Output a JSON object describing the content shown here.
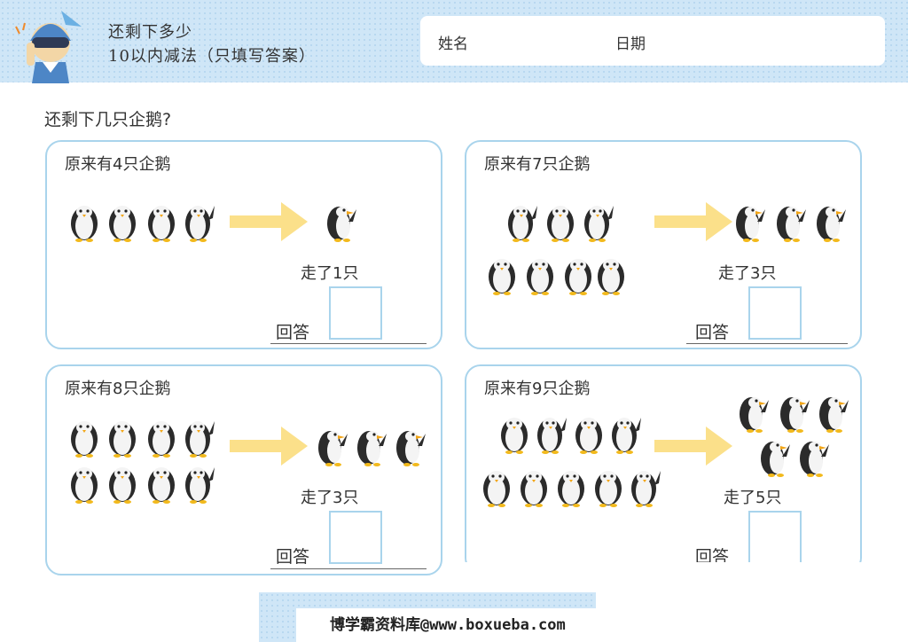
{
  "header": {
    "title_line1": "还剩下多少",
    "title_line2": "10以内减法（只填写答案）",
    "name_label": "姓名",
    "date_label": "日期"
  },
  "question": "还剩下几只企鹅?",
  "problems": [
    {
      "title": "原来有4只企鹅",
      "went": "走了1只",
      "answer_label": "回答"
    },
    {
      "title": "原来有7只企鹅",
      "went": "走了3只",
      "answer_label": "回答"
    },
    {
      "title": "原来有8只企鹅",
      "went": "走了3只",
      "answer_label": "回答"
    },
    {
      "title": "原来有9只企鹅",
      "went": "走了5只",
      "answer_label": "回答"
    }
  ],
  "footer": "博学霸资料库@www.boxueba.com",
  "colors": {
    "header_bg": "#cfe6f7",
    "panel_border": "#a9d4ec",
    "arrow": "#fbe08a"
  }
}
